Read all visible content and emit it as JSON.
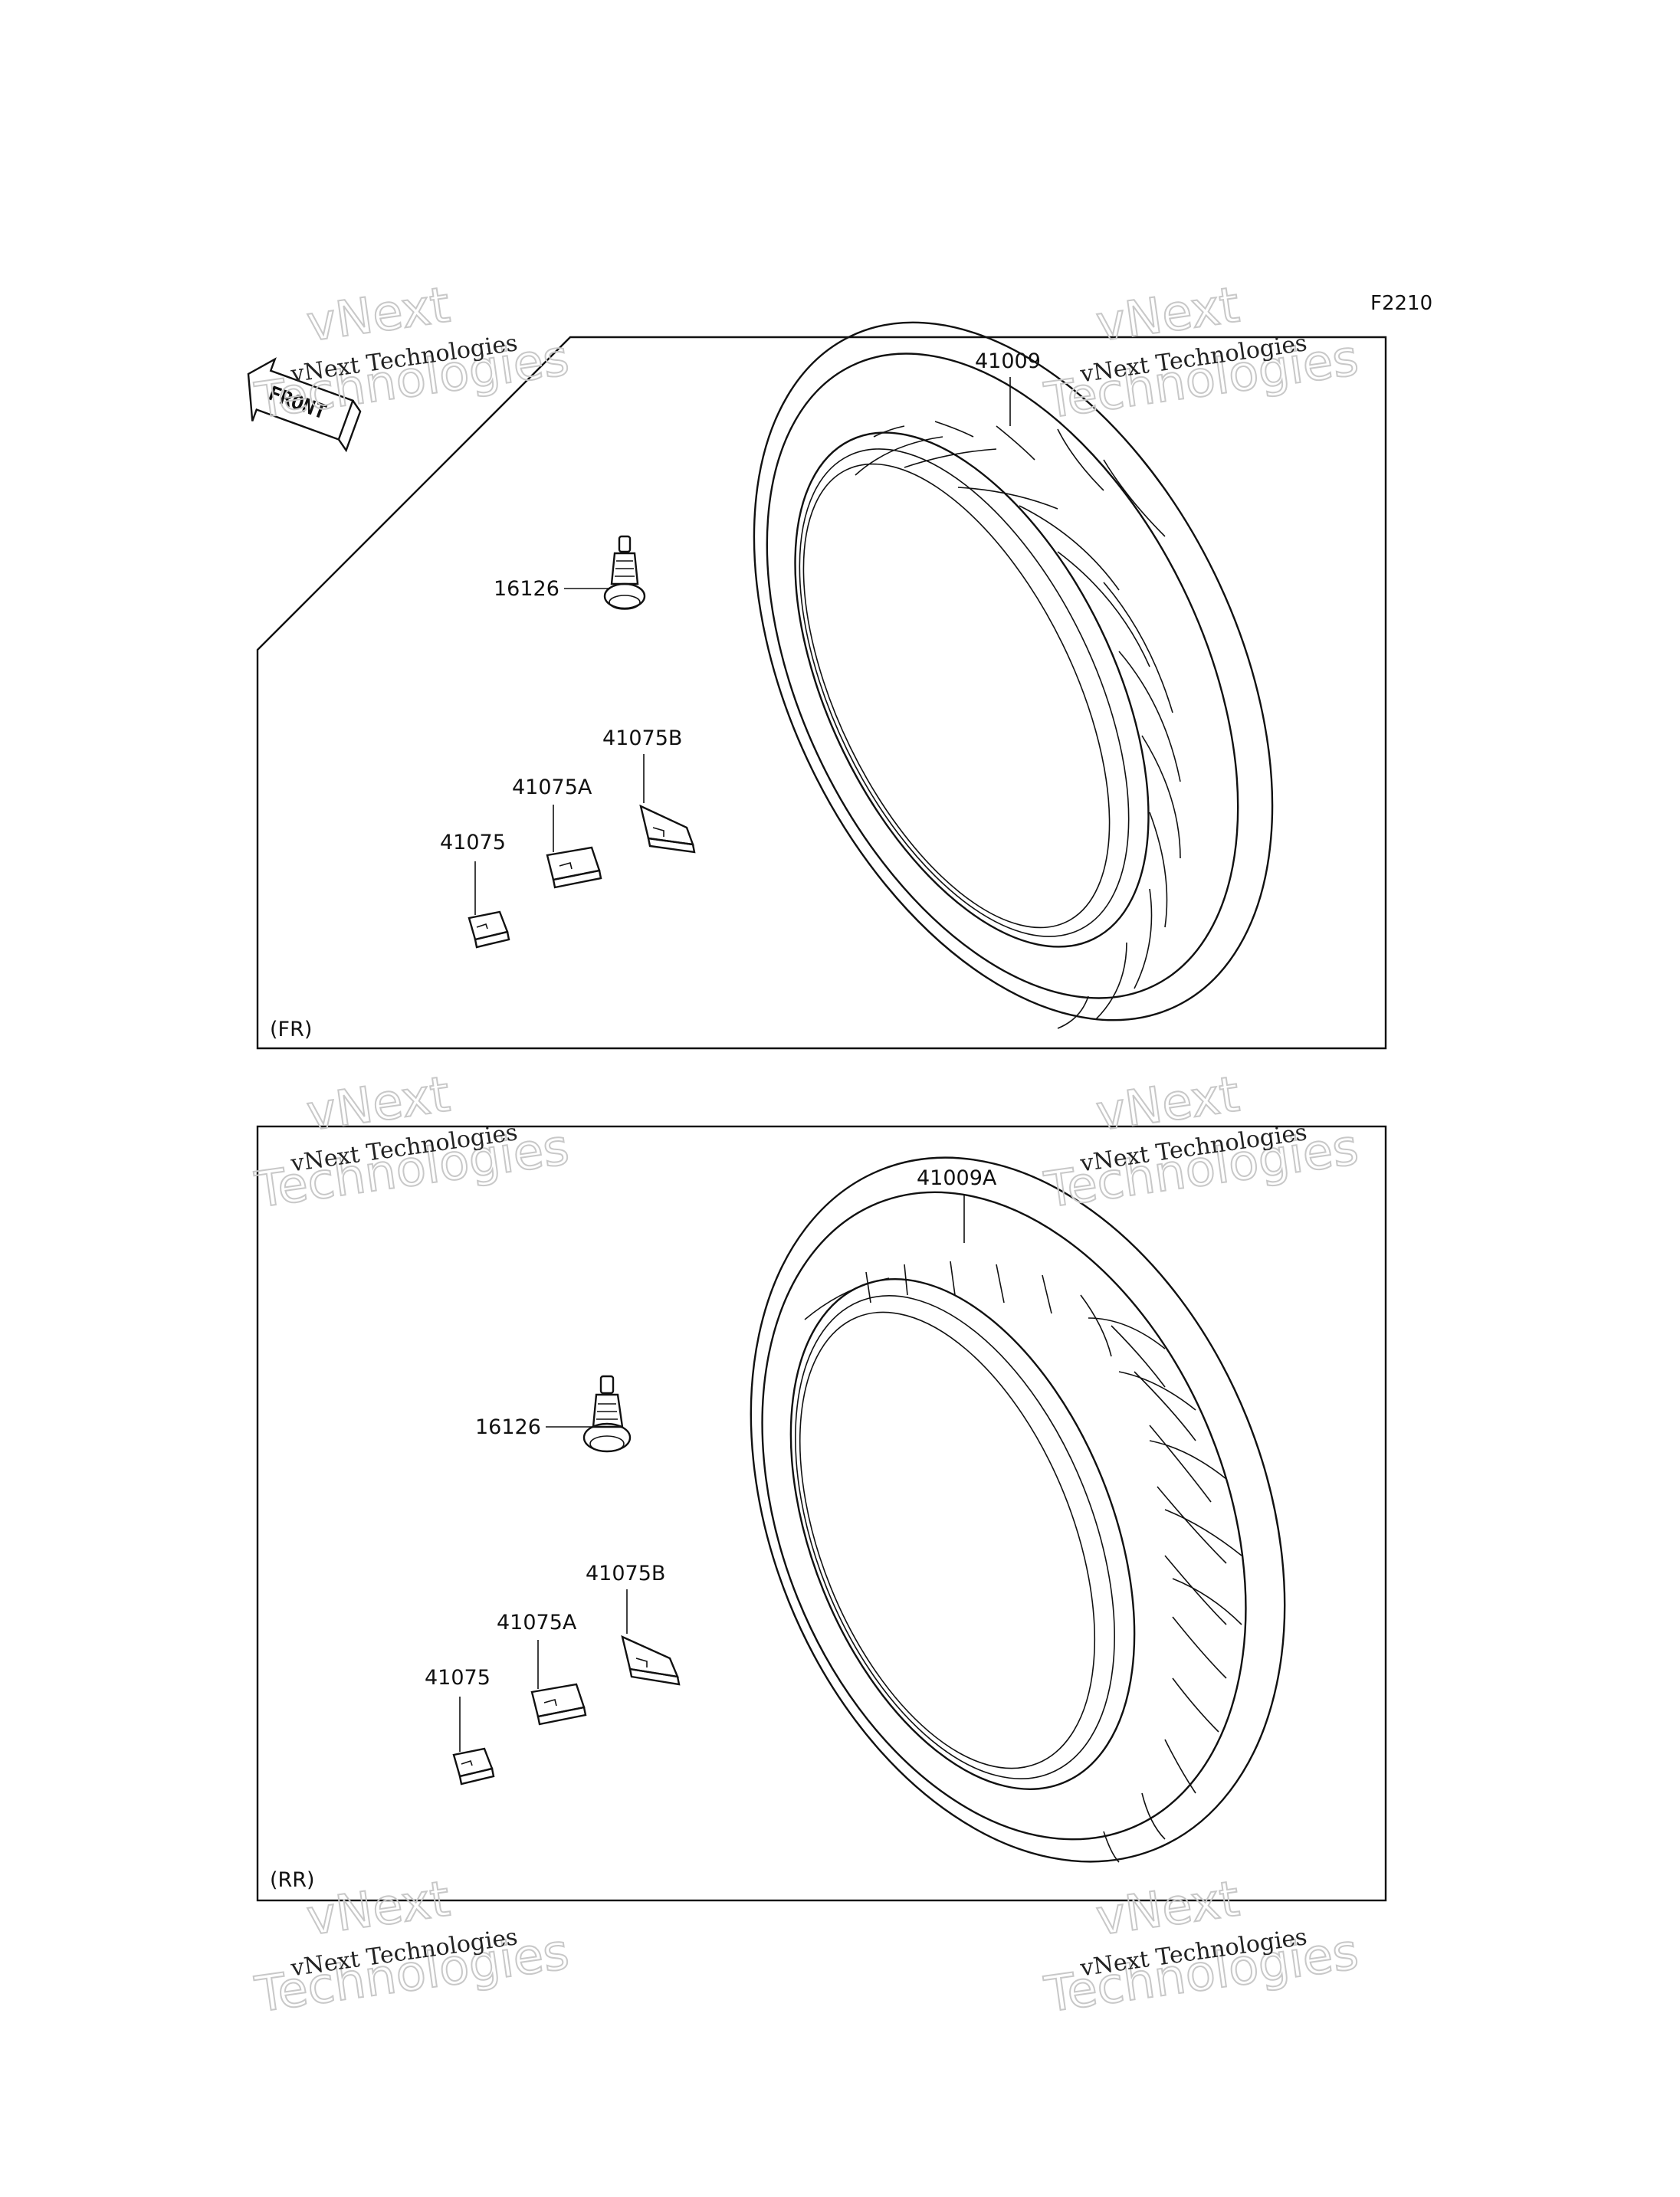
{
  "figure_code": "F2210",
  "front_badge": "FRONT",
  "watermark": {
    "line1": "vNext Technologies",
    "line2": "vNext",
    "line3": "Technologies"
  },
  "panels": [
    {
      "id": "front",
      "section_label": "(FR)",
      "parts": {
        "tire": "41009",
        "valve": "16126",
        "weight_a": "41075",
        "weight_b": "41075A",
        "weight_c": "41075B"
      }
    },
    {
      "id": "rear",
      "section_label": "(RR)",
      "parts": {
        "tire": "41009A",
        "valve": "16126",
        "weight_a": "41075",
        "weight_b": "41075A",
        "weight_c": "41075B"
      }
    }
  ]
}
